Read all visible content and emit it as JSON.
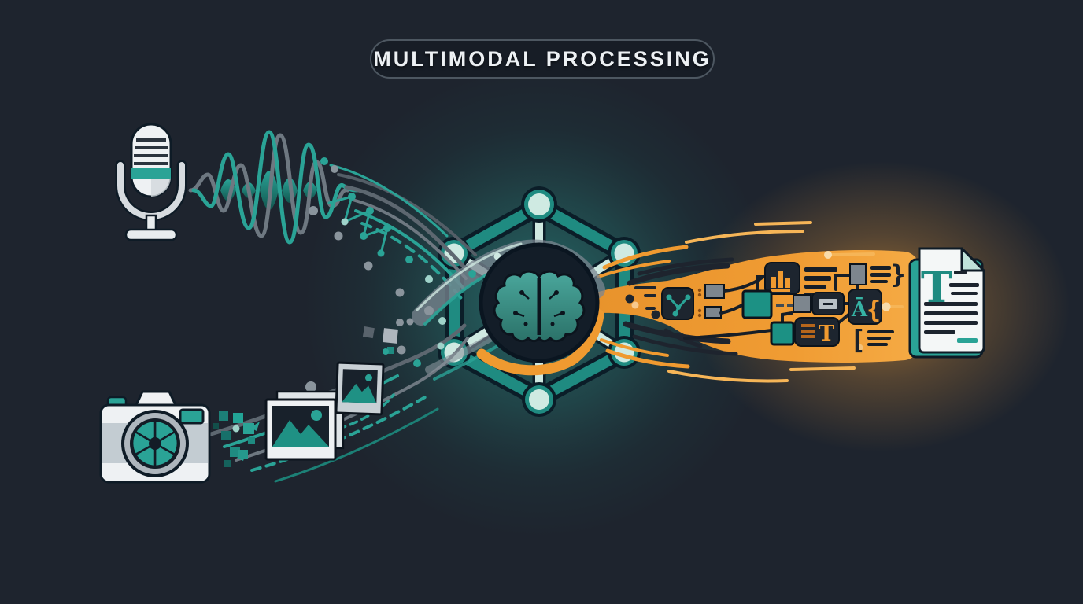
{
  "title": {
    "label": "MULTIMODAL PROCESSING"
  },
  "glyphs": {
    "document_letter": "T",
    "text_block_letter": "T",
    "font_sample_letter": "Ā",
    "brace_open": "{",
    "brace_close": "}",
    "bracket_open": "["
  },
  "colors": {
    "background": "#1e242e",
    "teal": "#1f8b81",
    "teal_bright": "#2aa396",
    "mint_node": "#cfeae2",
    "orange_stream": "#f09c33",
    "orange_light": "#f6b557",
    "white": "#f2f5f6",
    "gray": "#8a949c",
    "dark_outline": "#0c1f2a"
  },
  "scene": {
    "input_icons": [
      "microphone-icon",
      "audio-waveform-icon",
      "camera-icon",
      "photo-thumbnail-icon"
    ],
    "processor_icon": "neural-network-brain-icon",
    "output_icons": [
      "graph-node-icon",
      "bar-chart-icon",
      "text-lines-icon",
      "input-field-icon",
      "text-block-icon",
      "font-glyph-icon",
      "document-icon"
    ]
  }
}
